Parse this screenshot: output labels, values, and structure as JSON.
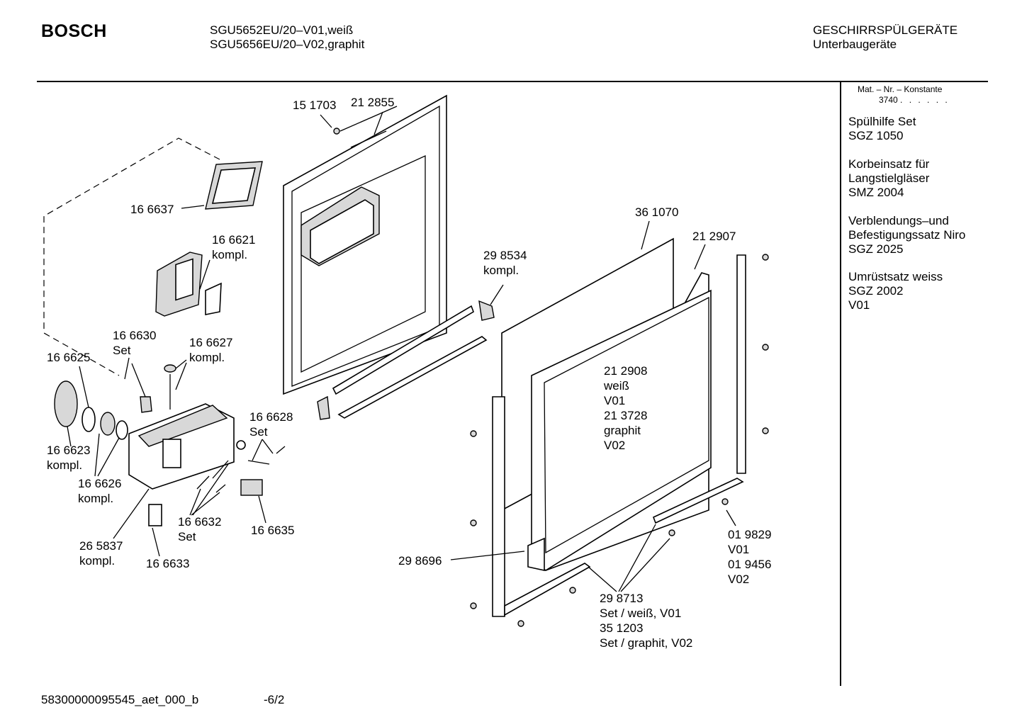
{
  "header": {
    "brand": "BOSCH",
    "model_line_1": "SGU5652EU/20–V01,weiß",
    "model_line_2": "SGU5656EU/20–V02,graphit",
    "category_line_1": "GESCHIRRSPÜLGERÄTE",
    "category_line_2": "Unterbaugeräte"
  },
  "sidebar": {
    "mat_label": "Mat. – Nr. – Konstante",
    "mat_value": "3740",
    "mat_dots": ". . . . . .",
    "accessories": [
      {
        "lines": [
          "Spülhilfe Set",
          "SGZ 1050"
        ]
      },
      {
        "lines": [
          "Korbeinsatz für",
          "Langstielgläser",
          "SMZ 2004"
        ]
      },
      {
        "lines": [
          "Verblendungs–und",
          "Befestigungssatz Niro",
          "SGZ 2025"
        ]
      },
      {
        "lines": [
          "Umrüstsatz weiss",
          "SGZ 2002",
          "V01"
        ]
      }
    ]
  },
  "labels": {
    "p151703": "15 1703",
    "p212855": "21 2855",
    "p166637": "16 6637",
    "p166621": "16 6621",
    "p166621b": "kompl.",
    "p361070": "36 1070",
    "p212907": "21 2907",
    "p298534": "29 8534",
    "p298534b": "kompl.",
    "p166630": "16 6630",
    "p166630b": "Set",
    "p166627": "16 6627",
    "p166627b": "kompl.",
    "p166625": "16 6625",
    "p212908_1": "21 2908",
    "p212908_2": "weiß",
    "p212908_3": "V01",
    "p212908_4": "21 3728",
    "p212908_5": "graphit",
    "p212908_6": "V02",
    "p166628": "16 6628",
    "p166628b": "Set",
    "p166623": "16 6623",
    "p166623b": "kompl.",
    "p166626": "16 6626",
    "p166626b": "kompl.",
    "p166632": "16 6632",
    "p166632b": "Set",
    "p166635": "16 6635",
    "p265837": "26 5837",
    "p265837b": "kompl.",
    "p166633": "16 6633",
    "p298696": "29 8696",
    "p019829_1": "01 9829",
    "p019829_2": "V01",
    "p019829_3": "01 9456",
    "p019829_4": "V02",
    "p298713_1": "29 8713",
    "p298713_2": "Set / weiß, V01",
    "p298713_3": "35 1203",
    "p298713_4": "Set / graphit, V02"
  },
  "footer": {
    "doc_id": "58300000095545_aet_000_b",
    "page": "-6/2"
  }
}
